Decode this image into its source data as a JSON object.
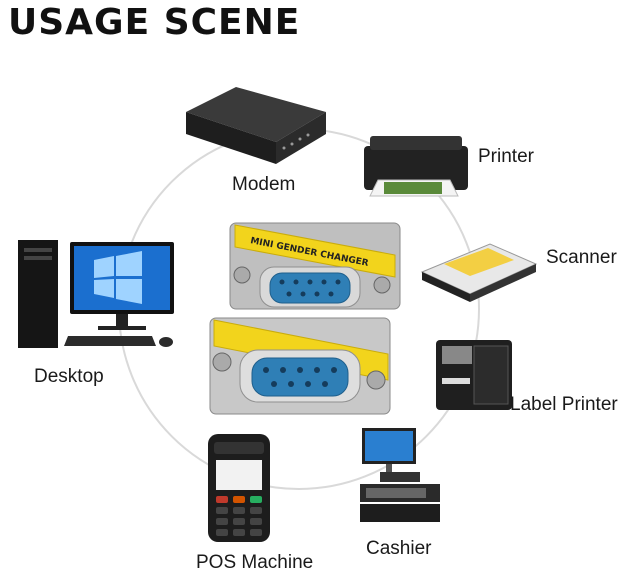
{
  "title": "USAGE SCENE",
  "center_product": {
    "label_text": "MINI GENDER CHANGER",
    "icon": "db9-gender-changer-icon",
    "colors": {
      "body": "#c8c8c8",
      "label": "#f2d41c",
      "port": "#2f7fb6"
    }
  },
  "devices": [
    {
      "name": "modem",
      "label": "Modem",
      "icon": "modem-icon"
    },
    {
      "name": "printer",
      "label": "Printer",
      "icon": "printer-icon"
    },
    {
      "name": "scanner",
      "label": "Scanner",
      "icon": "scanner-icon"
    },
    {
      "name": "label-printer",
      "label": "Label Printer",
      "icon": "label-printer-icon"
    },
    {
      "name": "cashier",
      "label": "Cashier",
      "icon": "cashier-icon"
    },
    {
      "name": "pos-machine",
      "label": "POS Machine",
      "icon": "pos-machine-icon"
    },
    {
      "name": "desktop",
      "label": "Desktop",
      "icon": "desktop-icon"
    }
  ]
}
